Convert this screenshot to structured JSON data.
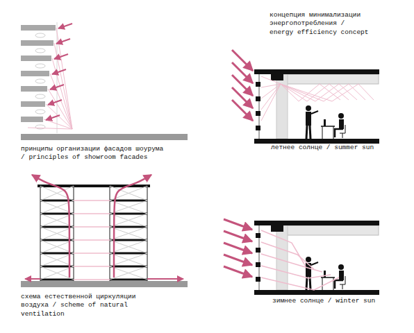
{
  "diagram": {
    "title": "концепция минимализации энергопотребления / energy efficiency concept",
    "labels": [
      "принципы организации фасадов шоурума / principles of showroom facades",
      "летнее солнце / summer sun",
      "схема естественной циркуляции воздуха / scheme of natural ventilation",
      "зимнее солнце / winter sun"
    ]
  }
}
